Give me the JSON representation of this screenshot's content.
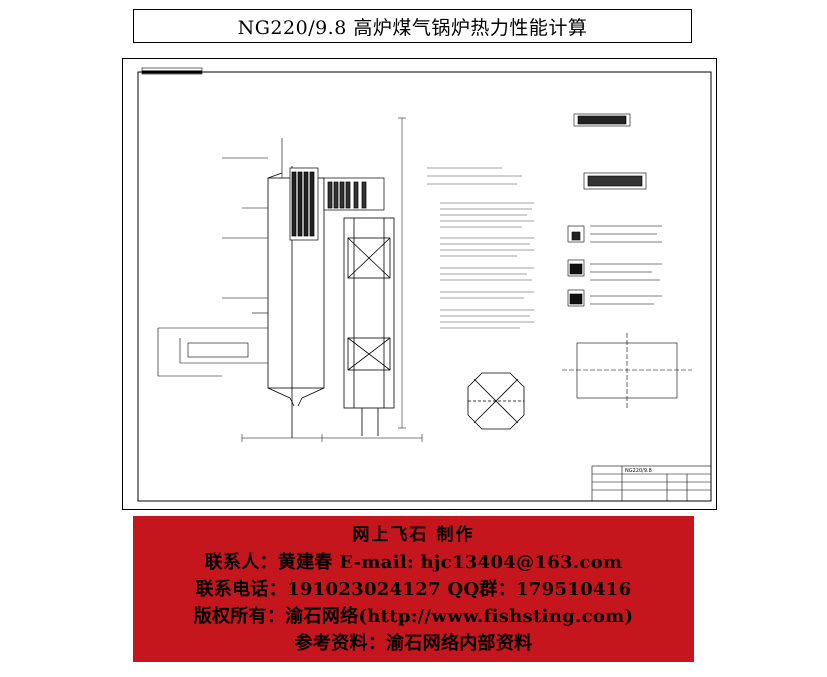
{
  "page": {
    "title": "NG220/9.8 高炉煤气锅炉热力性能计算"
  },
  "drawing": {
    "title_block_text": "NG220/9.8",
    "colors": {
      "line": "#000000",
      "paper": "#ffffff"
    }
  },
  "banner": {
    "background": "#c4161c",
    "lines": [
      "网上飞石 制作",
      "联系人：黄建春 E-mail: hjc13404@163.com",
      "联系电话：19102302412​7 QQ群：179510416",
      "版权所有：渝石网络(http://www.fishsting.com)",
      "参考资料：渝石网络内部资料"
    ]
  }
}
